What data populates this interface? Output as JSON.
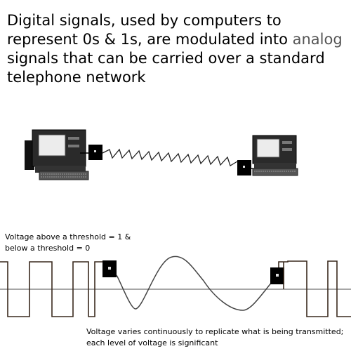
{
  "title": {
    "before": "Digital signals, used by computers to represent 0s & 1s, are modulated into ",
    "accent": "analog",
    "after": " signals that can be carried over a standard telephone network"
  },
  "notes": {
    "threshold": "Voltage above a threshold = 1 & below a threshold = 0",
    "analog": "Voltage varies continuously to replicate what is being transmitted; each level of voltage is significant"
  },
  "colors": {
    "text": "#000000",
    "accent": "#555555",
    "baseline": "#888888",
    "square_wave": "#3a2a1e",
    "analog_wave": "#444444",
    "modem": "#000000"
  },
  "icons": [
    "computer-icon",
    "modem-icon"
  ]
}
